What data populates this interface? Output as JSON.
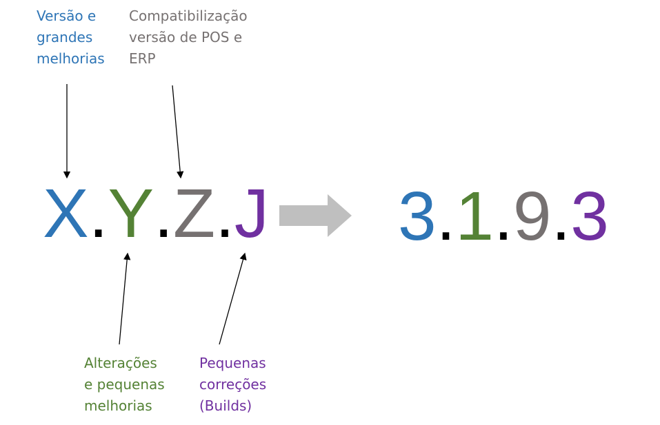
{
  "labels": {
    "major": "Versão e\ngrandes\nmelhorias",
    "compat": "Compatibilização\nversão de POS e\nERP",
    "minor": "Alterações\ne pequenas\nmelhorias",
    "builds": "Pequenas\ncorreções\n(Builds)"
  },
  "pattern": {
    "x": "X",
    "y": "Y",
    "z": "Z",
    "j": "J",
    "sep": "."
  },
  "example": {
    "x": "3",
    "y": "1",
    "z": "9",
    "j": "3",
    "sep": "."
  },
  "colors": {
    "x": "#2E75B6",
    "y": "#548235",
    "z": "#767171",
    "j": "#7030A0",
    "arrow": "#BFBFBF"
  }
}
